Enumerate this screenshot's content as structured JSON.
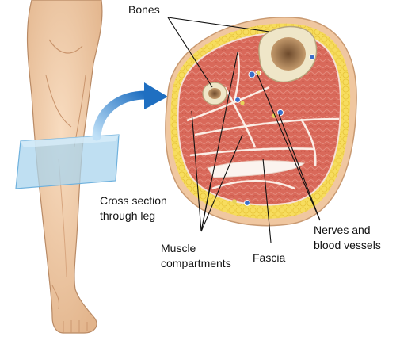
{
  "labels": {
    "bones": "Bones",
    "cross_section": [
      "Cross section",
      "through leg"
    ],
    "muscle": [
      "Muscle",
      "compartments"
    ],
    "fascia": "Fascia",
    "nerves": [
      "Nerves and",
      "blood vessels"
    ]
  },
  "colors": {
    "skin": "#f4cfa6",
    "skin_shade": "#cf9b72",
    "muscle": "#d9695a",
    "muscle_light": "#e48a7c",
    "fascia": "#fbeee6",
    "fat": "#f7dd5e",
    "fat_dark": "#e8c43a",
    "bone": "#efe6c8",
    "marrow": "#a77b52",
    "arrow": "#1f6fc1",
    "plane": "#a9d4ee"
  },
  "icons": {
    "arrow": "curved-arrow-icon"
  }
}
